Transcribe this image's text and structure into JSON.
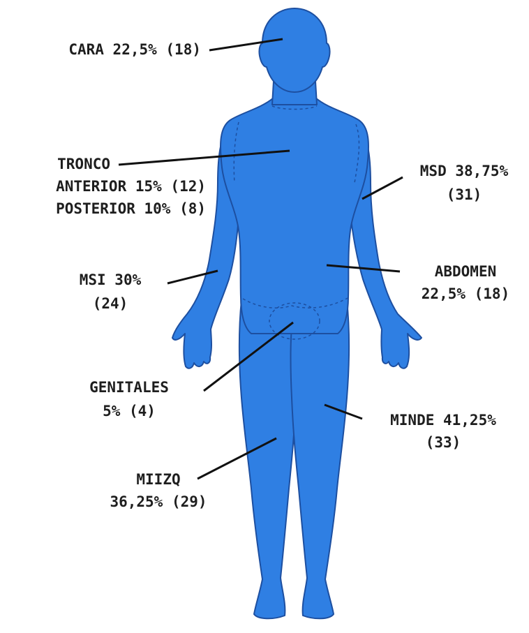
{
  "colors": {
    "body_fill": "#2f7fe3",
    "body_outline": "#1d4fa0",
    "body_highlight": "#9ec6f5",
    "leader_line": "#111111",
    "text": "#1e1e1e"
  },
  "labels": {
    "cara": {
      "text": "CARA 22,5% (18)"
    },
    "tronco": {
      "title": "TRONCO",
      "anterior": "ANTERIOR 15% (12)",
      "posterior": "POSTERIOR 10% (8)"
    },
    "msd": {
      "line1": "MSD 38,75%",
      "line2": "(31)"
    },
    "msi": {
      "line1": "MSI 30%",
      "line2": "(24)"
    },
    "abdomen": {
      "line1": "ABDOMEN",
      "line2": "22,5% (18)"
    },
    "genitales": {
      "line1": "GENITALES",
      "line2": "5% (4)"
    },
    "minde": {
      "line1": "MINDE 41,25%",
      "line2": "(33)"
    },
    "miizq": {
      "line1": "MIIZQ",
      "line2": "36,25% (29)"
    }
  }
}
